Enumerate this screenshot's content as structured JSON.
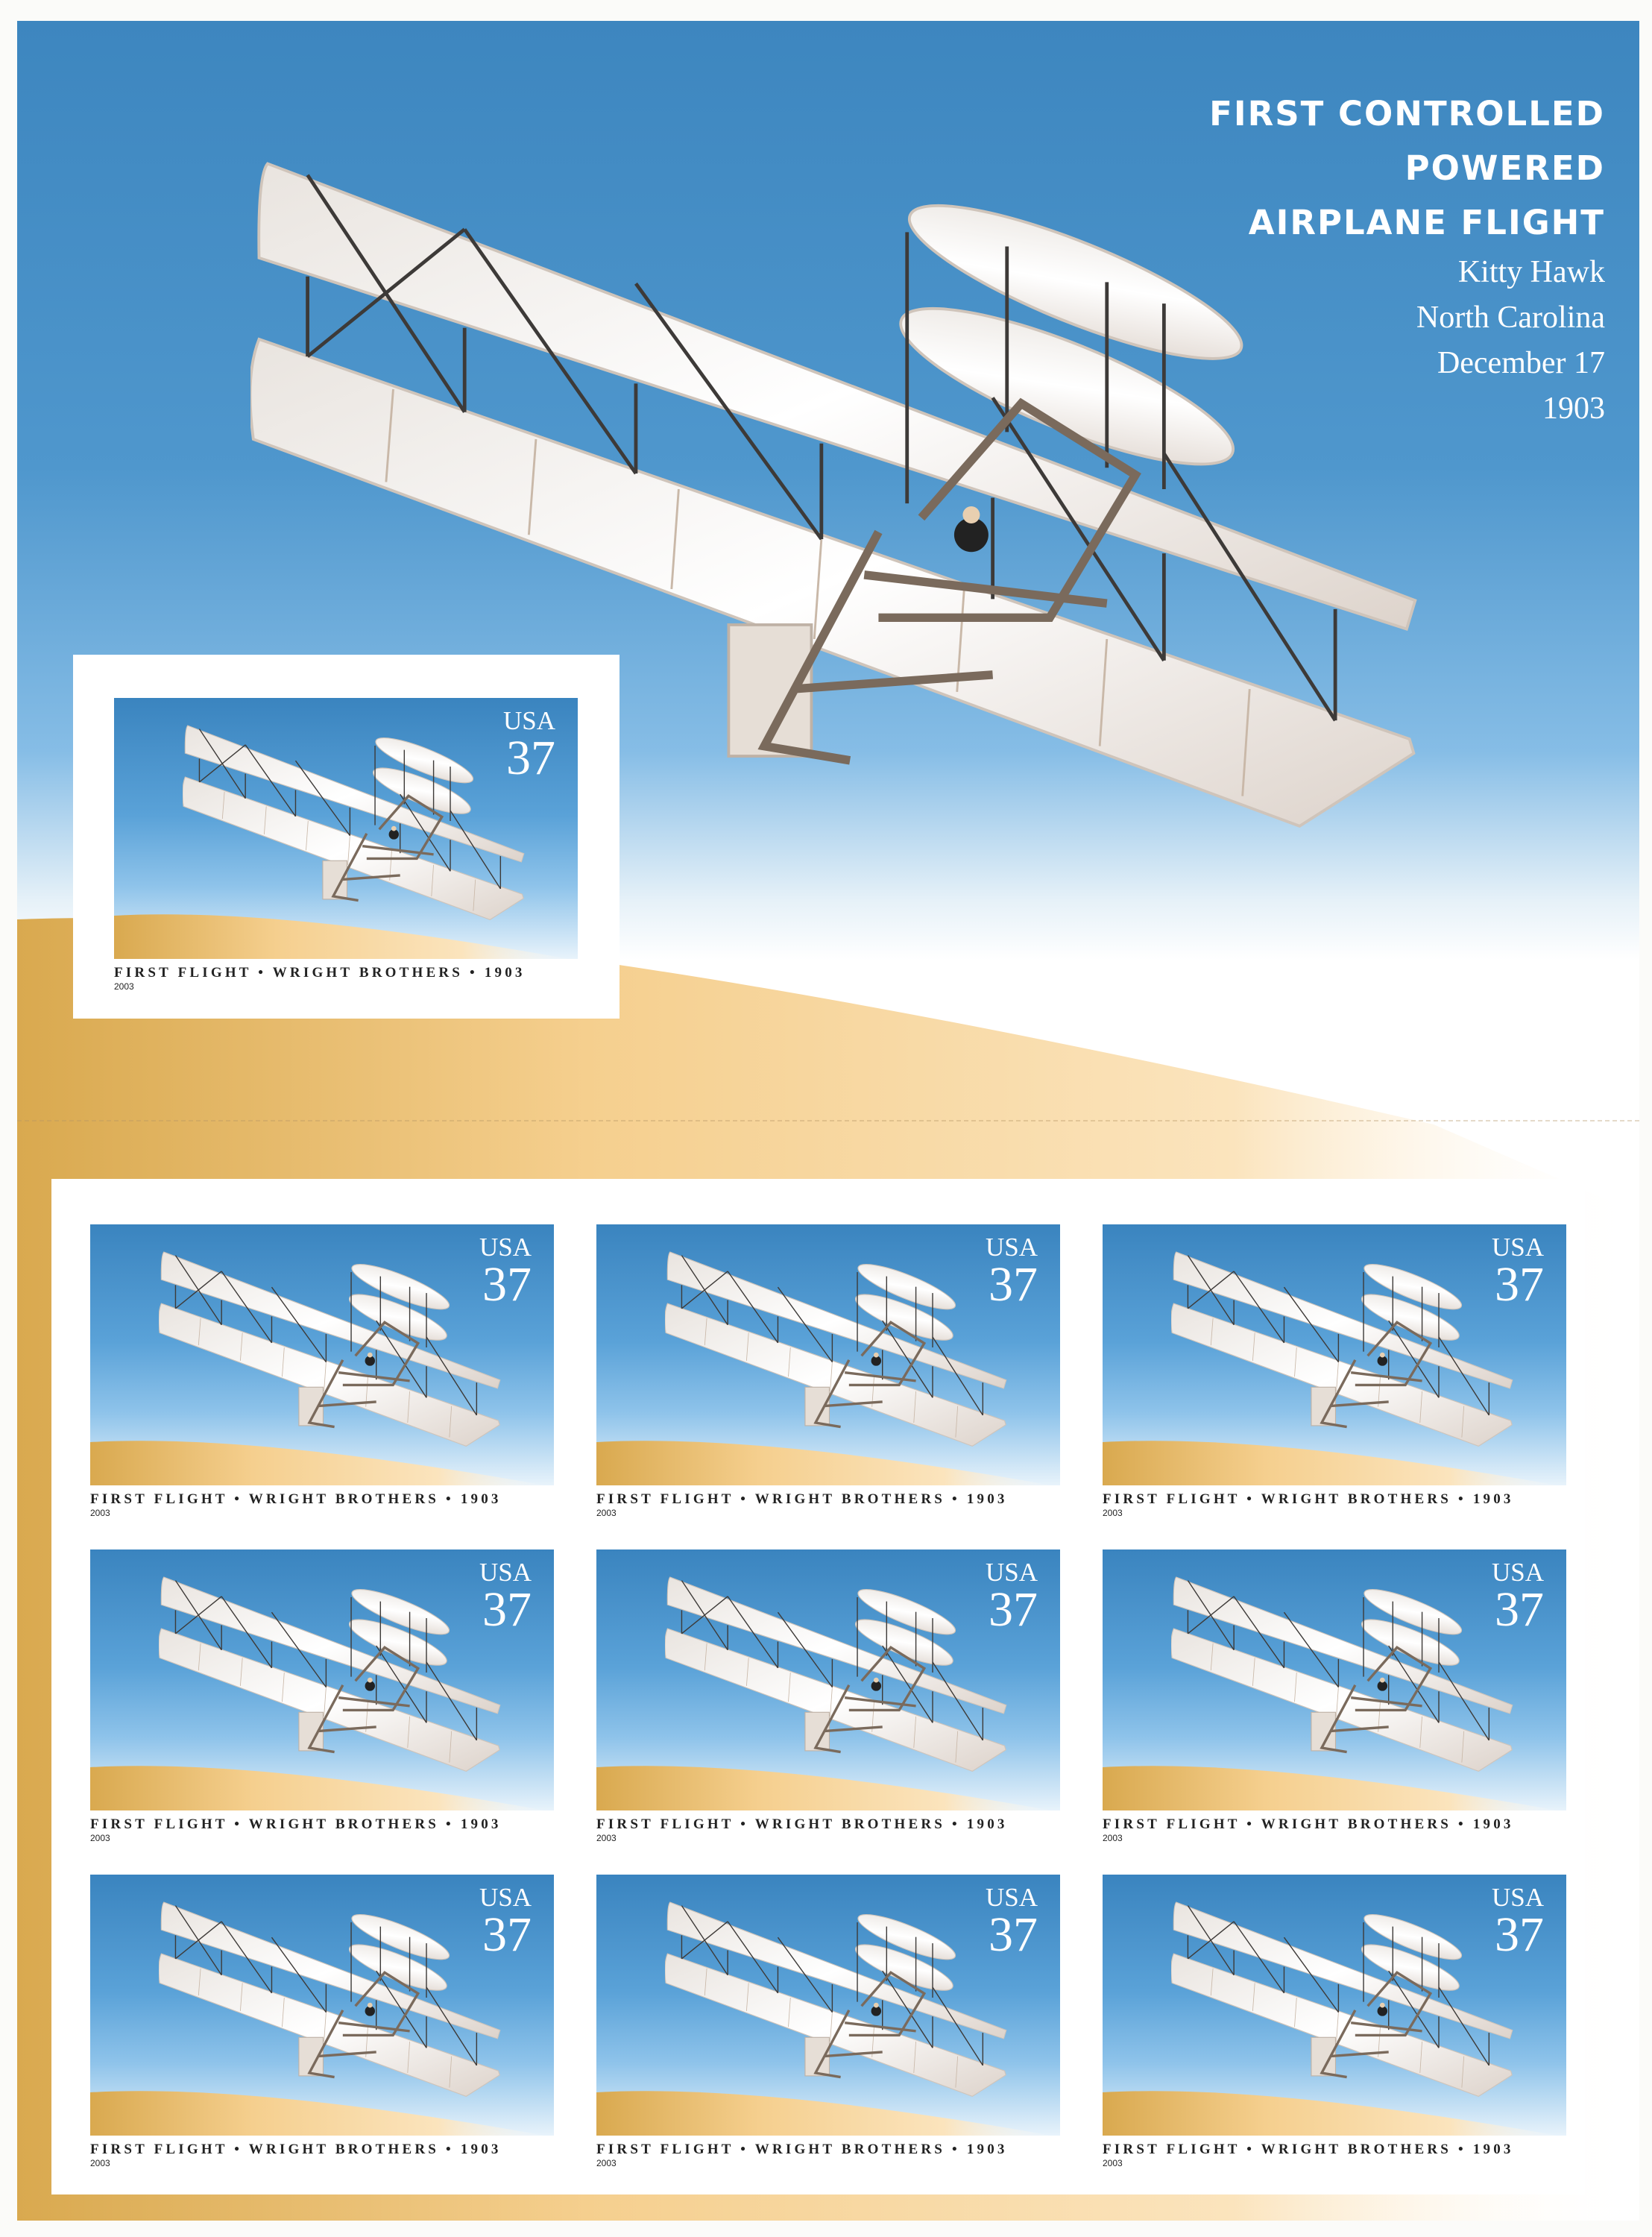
{
  "sheet": {
    "title_lines": [
      "FIRST CONTROLLED",
      "POWERED",
      "AIRPLANE FLIGHT"
    ],
    "place_lines": [
      "Kitty Hawk",
      "North Carolina",
      "December 17",
      "1903"
    ]
  },
  "stamp": {
    "country": "USA",
    "denomination": "37",
    "caption": "FIRST FLIGHT • WRIGHT BROTHERS • 1903",
    "year": "2003"
  },
  "grid": {
    "rows": 3,
    "cols": 3
  },
  "colors": {
    "sky": "#3d86bf",
    "sand": "#e9b565",
    "frame": "#7a6a5c"
  }
}
